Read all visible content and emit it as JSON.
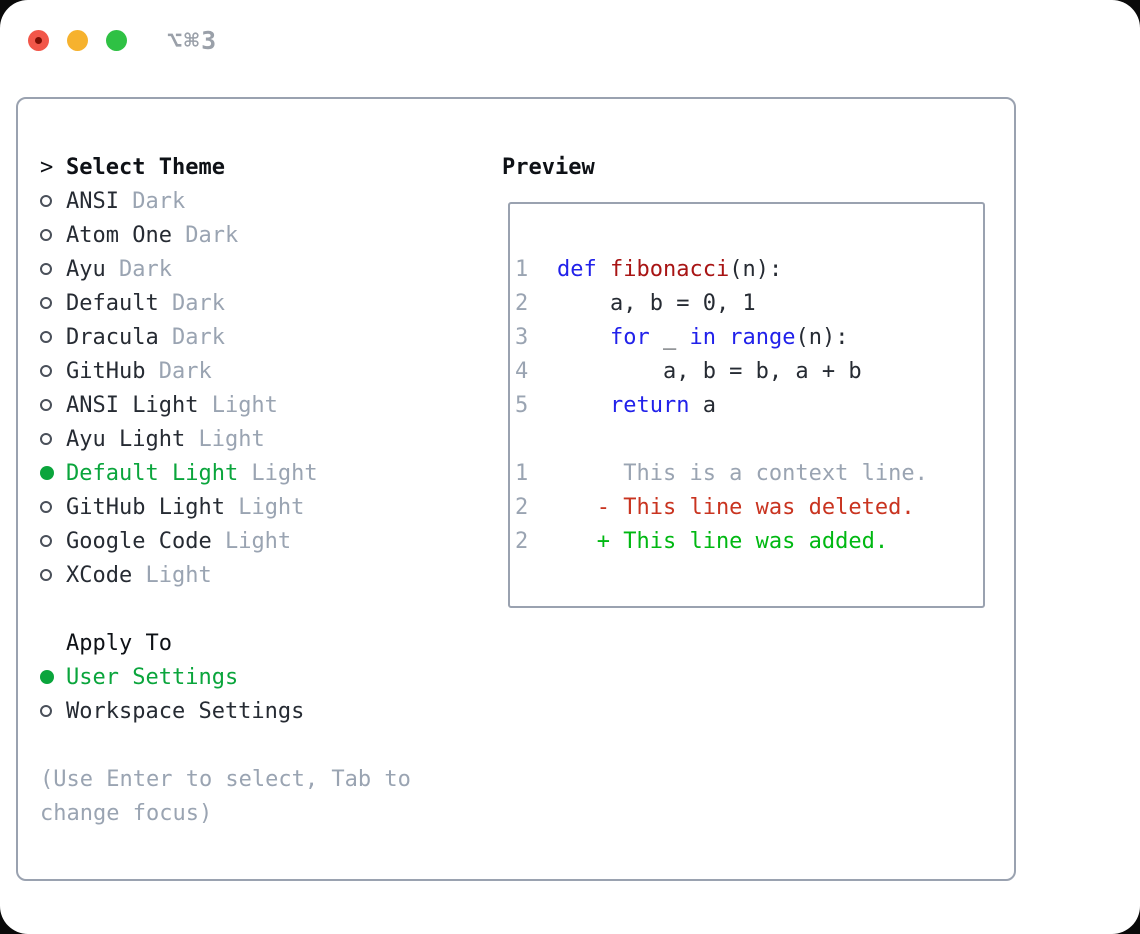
{
  "titlebar": {
    "title": "⌥⌘3",
    "buttons": {
      "close": "close",
      "minimize": "minimize",
      "zoom": "zoom"
    }
  },
  "colors": {
    "header": "#0e1116",
    "text": "#262b33",
    "muted": "#9aa4b2",
    "accent_green": "#0aa53c",
    "keyword_blue": "#2121ea",
    "function_red": "#a81414",
    "deleted_red": "#c93420",
    "added_green": "#00b812",
    "line_number": "#9aa4b2",
    "border": "#9aa2b0",
    "ring": "#4a505a",
    "traffic_red": "#f25649",
    "traffic_red_dot": "#7c0f05",
    "traffic_yellow": "#f6b22e",
    "traffic_green": "#2fc144",
    "title_gray": "#9aa0a9"
  },
  "theme_selector": {
    "header_prefix": ">",
    "header": "Select Theme",
    "items": [
      {
        "name": "ANSI",
        "variant": "Dark",
        "selected": false
      },
      {
        "name": "Atom One",
        "variant": "Dark",
        "selected": false
      },
      {
        "name": "Ayu",
        "variant": "Dark",
        "selected": false
      },
      {
        "name": "Default",
        "variant": "Dark",
        "selected": false
      },
      {
        "name": "Dracula",
        "variant": "Dark",
        "selected": false
      },
      {
        "name": "GitHub",
        "variant": "Dark",
        "selected": false
      },
      {
        "name": "ANSI Light",
        "variant": "Light",
        "selected": false
      },
      {
        "name": "Ayu Light",
        "variant": "Light",
        "selected": false
      },
      {
        "name": "Default Light",
        "variant": "Light",
        "selected": true
      },
      {
        "name": "GitHub Light",
        "variant": "Light",
        "selected": false
      },
      {
        "name": "Google Code",
        "variant": "Light",
        "selected": false
      },
      {
        "name": "XCode",
        "variant": "Light",
        "selected": false
      }
    ]
  },
  "apply_to": {
    "header": "Apply To",
    "items": [
      {
        "name": "User Settings",
        "selected": true
      },
      {
        "name": "Workspace Settings",
        "selected": false
      }
    ]
  },
  "hint_lines": [
    "(Use Enter to select, Tab to",
    "change focus)"
  ],
  "preview": {
    "label": "Preview",
    "lines": [
      {
        "num": "1",
        "segments": [
          {
            "t": "def",
            "c": "keyword_blue"
          },
          {
            "t": " ",
            "c": "text"
          },
          {
            "t": "fibonacci",
            "c": "function_red"
          },
          {
            "t": "(n):",
            "c": "text"
          }
        ]
      },
      {
        "num": "2",
        "segments": [
          {
            "t": "    a, b = 0, 1",
            "c": "text"
          }
        ]
      },
      {
        "num": "3",
        "segments": [
          {
            "t": "    ",
            "c": "text"
          },
          {
            "t": "for",
            "c": "keyword_blue"
          },
          {
            "t": " _ ",
            "c": "text"
          },
          {
            "t": "in",
            "c": "keyword_blue"
          },
          {
            "t": " ",
            "c": "text"
          },
          {
            "t": "range",
            "c": "keyword_blue"
          },
          {
            "t": "(n):",
            "c": "text"
          }
        ]
      },
      {
        "num": "4",
        "segments": [
          {
            "t": "        a, b = b, a + b",
            "c": "text"
          }
        ]
      },
      {
        "num": "5",
        "segments": [
          {
            "t": "    ",
            "c": "text"
          },
          {
            "t": "return",
            "c": "keyword_blue"
          },
          {
            "t": " a",
            "c": "text"
          }
        ]
      },
      {
        "num": "",
        "segments": []
      },
      {
        "num": "1",
        "segments": [
          {
            "t": "     This is a context line.",
            "c": "muted"
          }
        ]
      },
      {
        "num": "2",
        "segments": [
          {
            "t": "   - This line was deleted.",
            "c": "deleted_red"
          }
        ]
      },
      {
        "num": "2",
        "segments": [
          {
            "t": "   + This line was added.",
            "c": "added_green"
          }
        ]
      }
    ]
  }
}
